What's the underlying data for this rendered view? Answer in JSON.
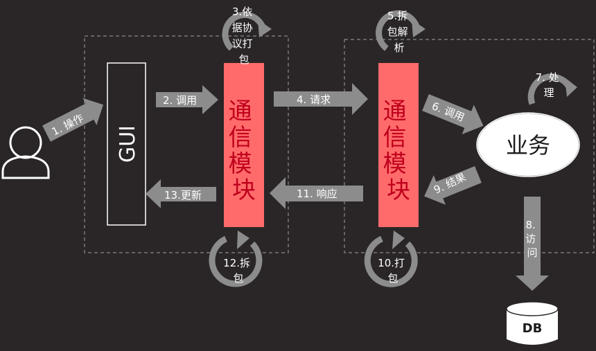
{
  "gui_label": "GUI",
  "comm_module_label": "通信模块",
  "business_label": "业务",
  "db_label": "DB",
  "steps": {
    "s1": "1. 操作",
    "s2": "2. 调用",
    "s3": [
      "3.依",
      "据协",
      "议打",
      "包"
    ],
    "s4": "4. 请求",
    "s5": [
      "5.拆",
      "包解",
      "析"
    ],
    "s6": "6. 调用",
    "s7": [
      "7. 处",
      "理"
    ],
    "s8": [
      "8.",
      "访",
      "问"
    ],
    "s9": "9. 结果",
    "s10": [
      "10.打",
      "包"
    ],
    "s11": "11. 响应",
    "s12": [
      "12.拆",
      "包"
    ],
    "s13": "13.更新"
  },
  "colors": {
    "background": "#2a2627",
    "arrow": "#8c8c8c",
    "module_fill": "#ff6b6b",
    "module_text": "#c0001c",
    "line": "#ffffff",
    "dashed": "#8a8a8a"
  }
}
